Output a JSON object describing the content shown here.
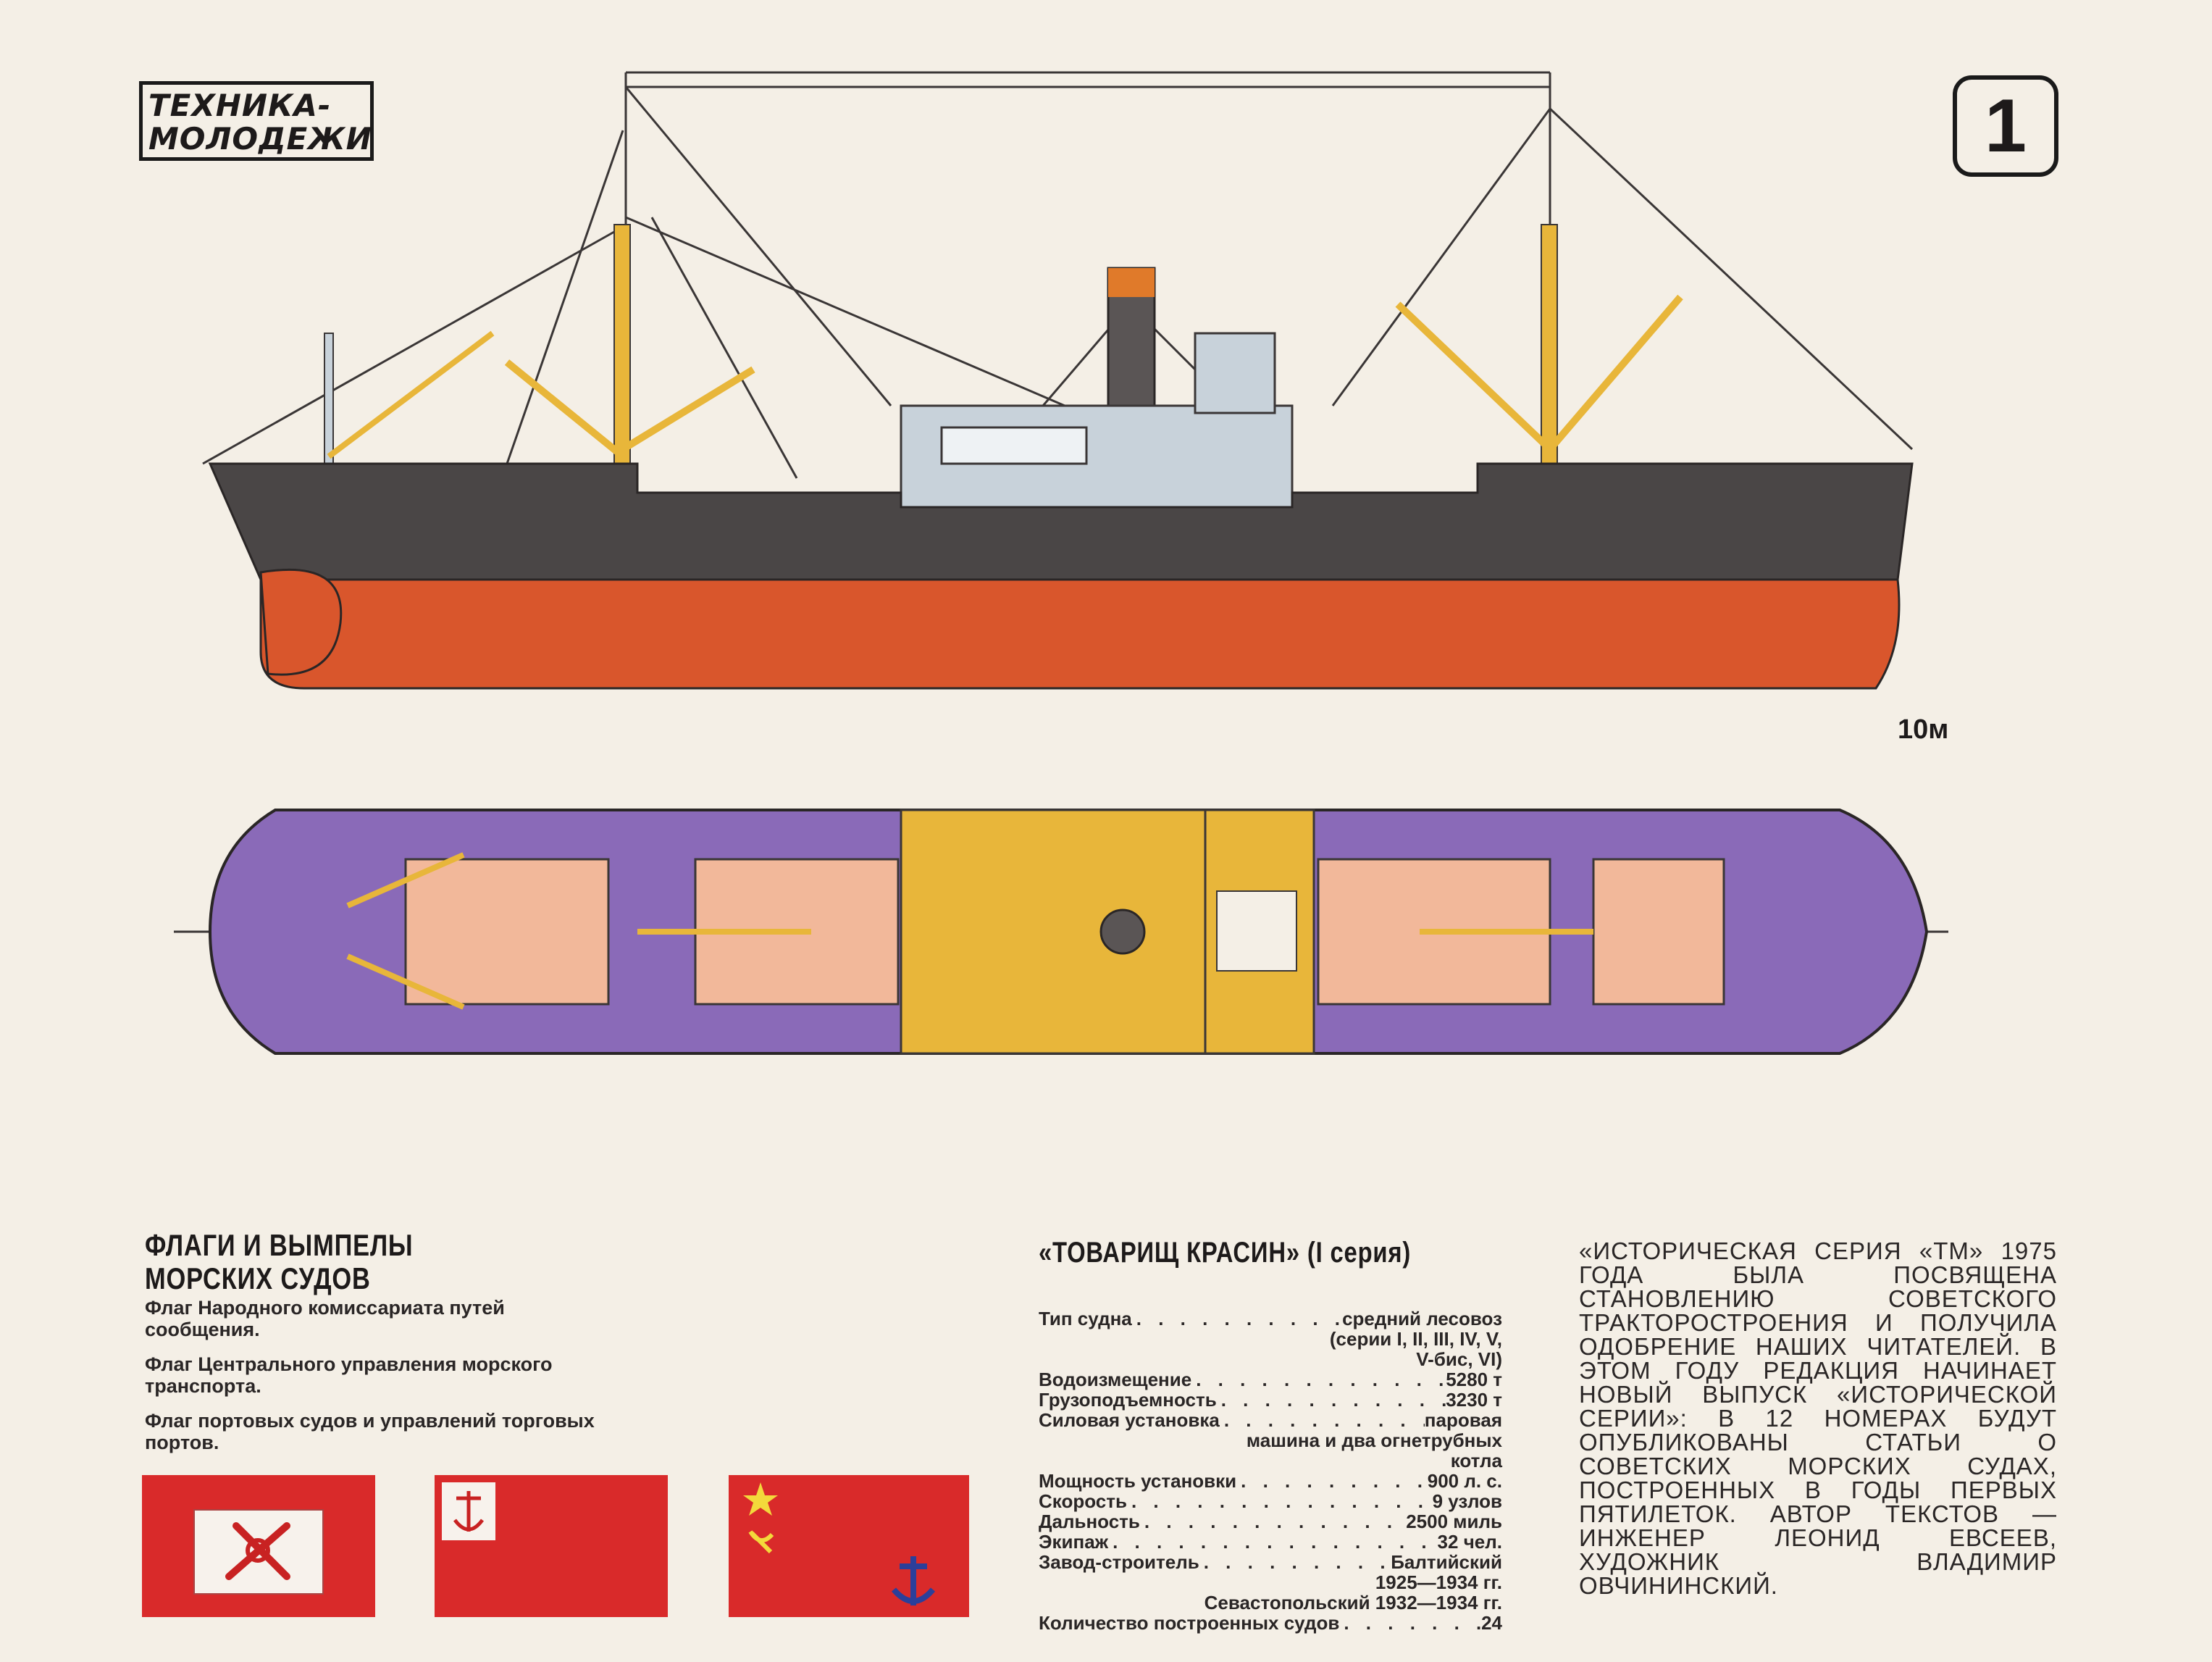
{
  "header": {
    "logo_line1": "ТЕХНИКА-",
    "logo_line2": "МОЛОДЕЖИ",
    "issue_number": "1"
  },
  "drawing": {
    "scale_label": "10м",
    "colors": {
      "hull_bottom": "#d9562c",
      "hull_top": "#4a4646",
      "superstructure": "#c8d2da",
      "masts": "#e8b63a",
      "deck": "#8a6ab8",
      "hatch": "#f2b89a"
    }
  },
  "flags_section": {
    "title_line1": "ФЛАГИ И ВЫМПЕЛЫ",
    "title_line2": "МОРСКИХ СУДОВ",
    "flag1": "Флаг Народного комиссариата путей сообщения.",
    "flag2": "Флаг Центрального управления морского транспорта.",
    "flag3": "Флаг портовых судов и управлений торговых портов."
  },
  "ship": {
    "title": "«ТОВАРИЩ КРАСИН» (I серия)",
    "specs": [
      {
        "label": "Тип судна",
        "value": "средний лесовоз"
      },
      {
        "label": "",
        "value": "(серии I, II, III, IV, V,"
      },
      {
        "label": "",
        "value": "V-бис, VI)"
      },
      {
        "label": "Водоизмещение",
        "value": "5280 т"
      },
      {
        "label": "Грузоподъемность",
        "value": "3230 т"
      },
      {
        "label": "Силовая установка",
        "value": "паровая"
      },
      {
        "label": "",
        "value": "машина и два огнетрубных"
      },
      {
        "label": "",
        "value": "котла"
      },
      {
        "label": "Мощность установки",
        "value": "900 л. с."
      },
      {
        "label": "Скорость",
        "value": "9 узлов"
      },
      {
        "label": "Дальность",
        "value": "2500 миль"
      },
      {
        "label": "Экипаж",
        "value": "32 чел."
      },
      {
        "label": "Завод-строитель",
        "value": "Балтийский"
      },
      {
        "label": "",
        "value": "1925—1934 гг."
      },
      {
        "label": "",
        "value": "Севастопольский 1932—1934 гг."
      },
      {
        "label": "Количество построенных судов",
        "value": "24"
      }
    ]
  },
  "intro": {
    "text": "«ИСТОРИЧЕСКАЯ СЕРИЯ «ТМ» 1975 ГОДА БЫЛА ПОСВЯЩЕНА СТАНОВЛЕНИЮ СОВЕТСКОГО ТРАКТОРОСТРОЕНИЯ И ПОЛУЧИЛА ОДОБРЕНИЕ НАШИХ ЧИТАТЕЛЕЙ. В ЭТОМ ГОДУ РЕДАКЦИЯ НАЧИНАЕТ НОВЫЙ ВЫПУСК «ИСТОРИЧЕСКОЙ СЕРИИ»: В 12 НОМЕРАХ БУДУТ ОПУБЛИКОВАНЫ СТАТЬИ О СОВЕТСКИХ МОРСКИХ СУДАХ, ПОСТРОЕННЫХ В ГОДЫ ПЕРВЫХ ПЯТИЛЕТОК. АВТОР ТЕКСТОВ — ИНЖЕНЕР ЛЕОНИД ЕВСЕЕВ, ХУДОЖНИК ВЛАДИМИР ОВЧИНИНСКИЙ."
  }
}
